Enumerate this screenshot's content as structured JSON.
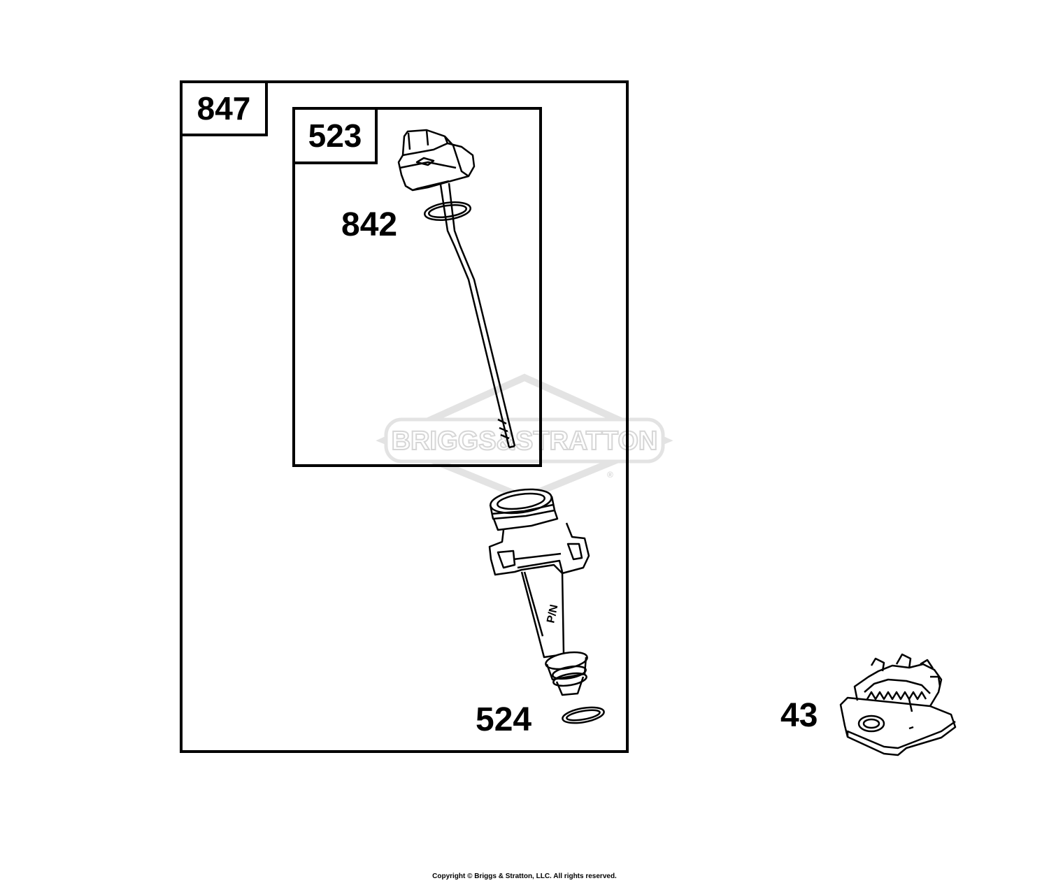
{
  "watermark": {
    "brand": "BRIGGS&STRATTON",
    "registered_mark": "®",
    "color": "#e3e3e3"
  },
  "groups": {
    "outer_kit": {
      "label": "847"
    },
    "inner_kit": {
      "label": "523"
    }
  },
  "parts": [
    {
      "ref": "842",
      "part": "dipstick",
      "icon": "dipstick-icon"
    },
    {
      "ref": "524",
      "part": "oil-fill-tube",
      "icon": "oil-fill-tube-icon"
    },
    {
      "ref": "43",
      "part": "governor-gear-assembly",
      "icon": "governor-gear-icon"
    }
  ],
  "footer": {
    "copyright": "Copyright © Briggs & Stratton, LLC. All rights reserved."
  }
}
